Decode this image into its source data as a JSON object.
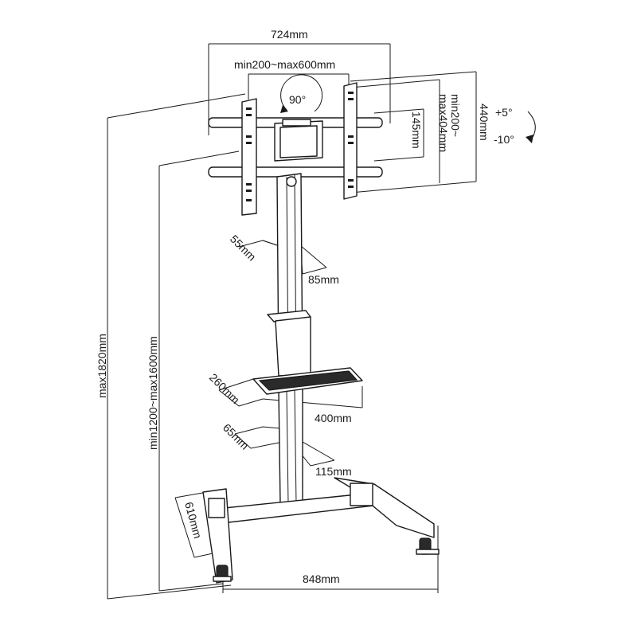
{
  "dimensions": {
    "mount_width": "724mm",
    "vesa_horizontal": "min200~max600mm",
    "rotation": "90°",
    "vesa_vertical": "min200~\nmax404mm",
    "mount_height": "440mm",
    "arm_spacing": "145mm",
    "tilt_up": "+5°",
    "tilt_down": "-10°",
    "column_depth": "55mm",
    "column_width": "85mm",
    "max_height": "max1820mm",
    "height_range": "min1200~max1600mm",
    "shelf_depth": "260mm",
    "shelf_width": "400mm",
    "lower_column_depth": "65mm",
    "lower_column_width": "115mm",
    "base_depth": "610mm",
    "base_width": "848mm"
  },
  "colors": {
    "line": "#1a1a1a",
    "fill_dark": "#2a2a2a",
    "background": "#ffffff"
  }
}
